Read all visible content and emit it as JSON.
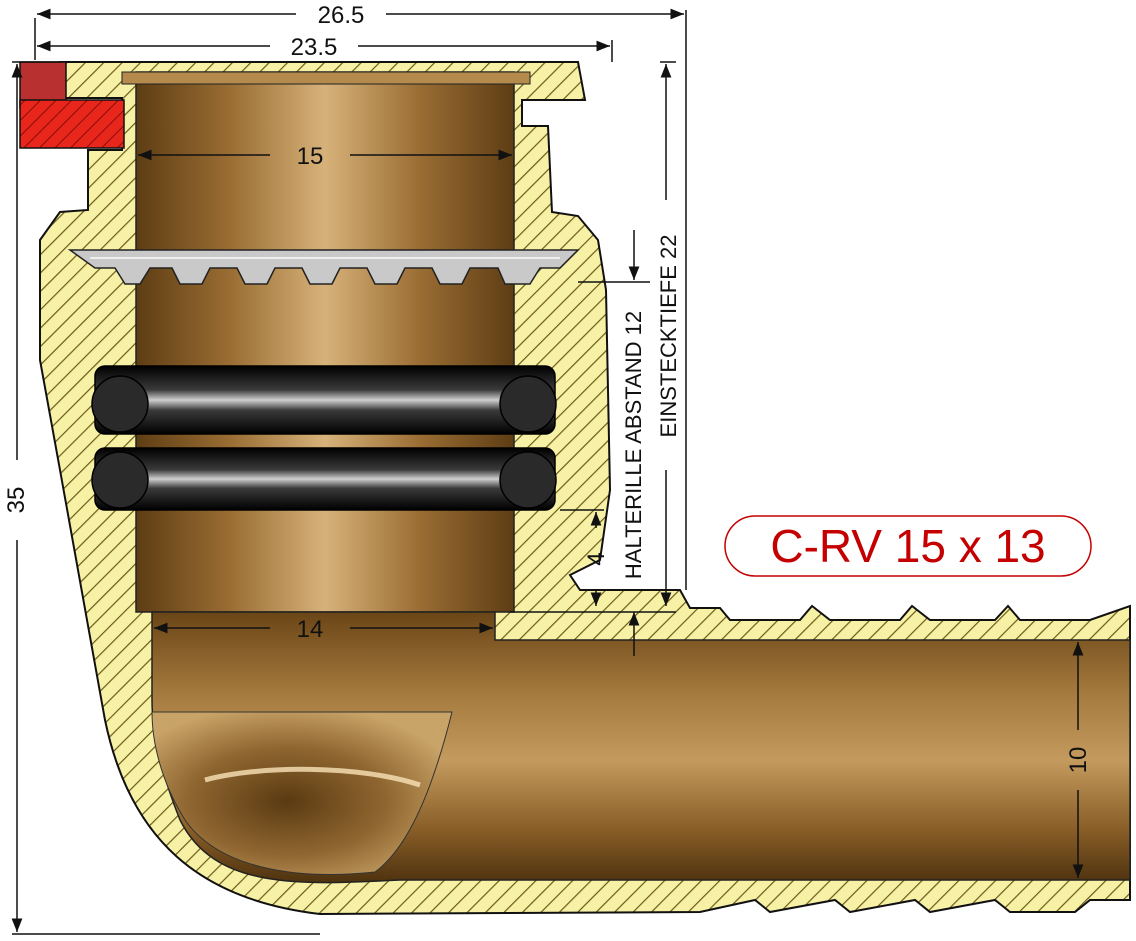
{
  "dimensions": {
    "overall_width": "26.5",
    "outer_body_width": "23.5",
    "inner_diameter_top": "15",
    "inner_diameter_lower": "14",
    "overall_height": "35",
    "bore_diameter": "10",
    "retaining_ridge_offset": "4"
  },
  "annotations": {
    "holding_distance": "HALTERILLE ABSTAND 12",
    "insertion_depth": "EINSTECKTIEFE 22"
  },
  "product_label": "C-RV 15 x 13",
  "colors": {
    "brass": "#a87a3c",
    "hatch_fill": "#f6f0a4",
    "hatch_line": "#6b5a1a",
    "label_red": "#c40000",
    "cap_red": "#e8261c",
    "o_ring": "#111111",
    "steel_ring": "#c9c9c9"
  }
}
